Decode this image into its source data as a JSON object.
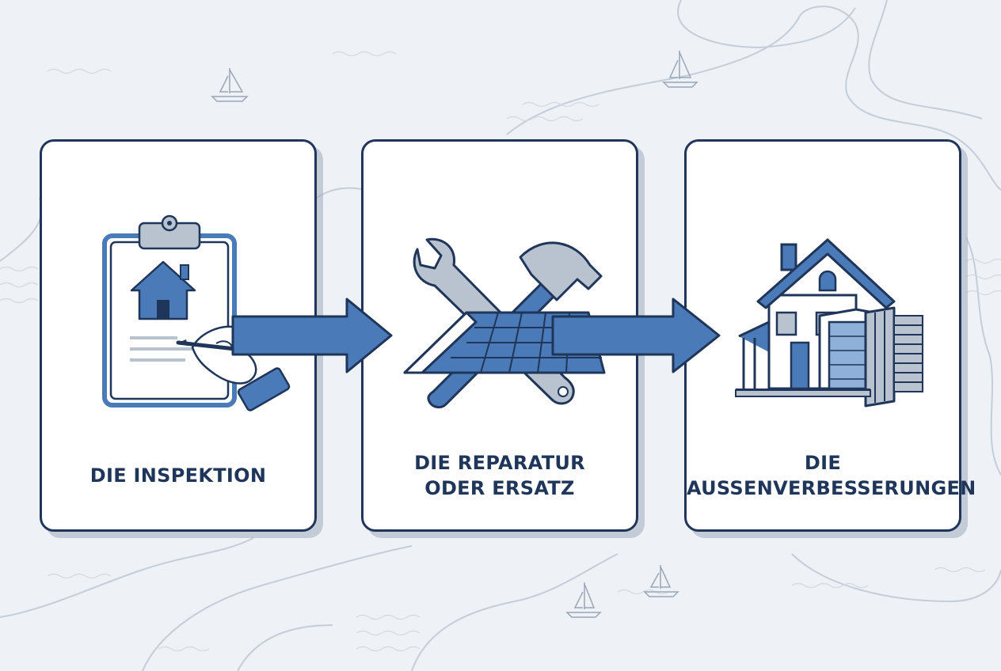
{
  "colors": {
    "navy": "#1f3559",
    "blue": "#4a7ab8",
    "light_blue": "#8fb0d8",
    "background": "#eef1f5",
    "card": "#ffffff",
    "gray": "#b9c2cf"
  },
  "steps": [
    {
      "title_lines": [
        "DIE INSPEKTION"
      ],
      "icon": "clipboard-house-icon"
    },
    {
      "title_lines": [
        "DIE REPARATUR",
        "ODER ERSATZ"
      ],
      "icon": "tools-roof-icon"
    },
    {
      "title_lines": [
        "DIE",
        "AUßENVERBESSERUNGEN"
      ],
      "icon": "house-siding-icon"
    }
  ],
  "connectors": [
    "arrow-right-icon",
    "arrow-right-icon"
  ]
}
